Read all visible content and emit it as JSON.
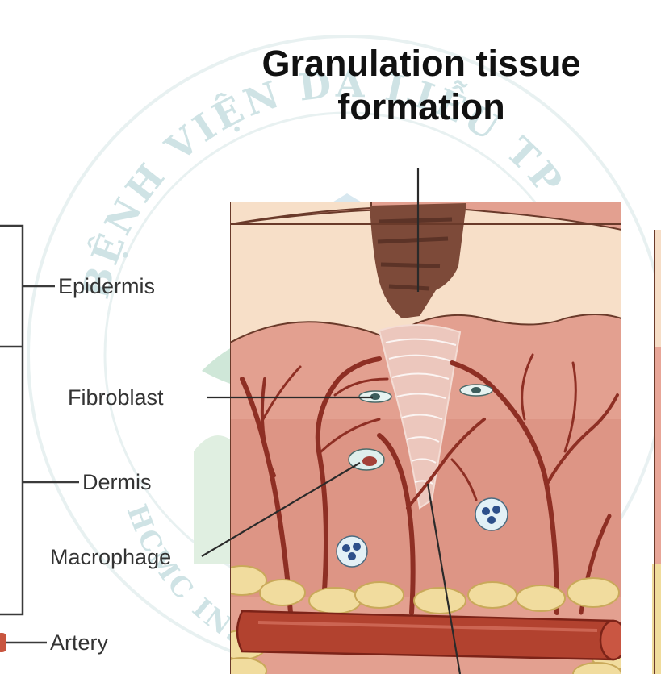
{
  "title": {
    "line1": "Granulation tissue",
    "line2": "formation"
  },
  "labels": {
    "epidermis": "Epidermis",
    "fibroblast": "Fibroblast",
    "dermis": "Dermis",
    "macrophage": "Macrophage",
    "artery": "Artery"
  },
  "watermark": {
    "top_arc": "BỆNH VIỆN DA LIỄU TP HỒ CHÍ MINH",
    "bottom_arc": "HCMC INSTITUTE OF DERMATO-VENEREOLOGY"
  },
  "colors": {
    "epidermis": "#f6ddc6",
    "dermis": "#e8a698",
    "wound_scab": "#7a4a3a",
    "vessel": "#a33a2c",
    "fat": "#f0dc9c",
    "watermark_teal": "#9cc6c8"
  }
}
